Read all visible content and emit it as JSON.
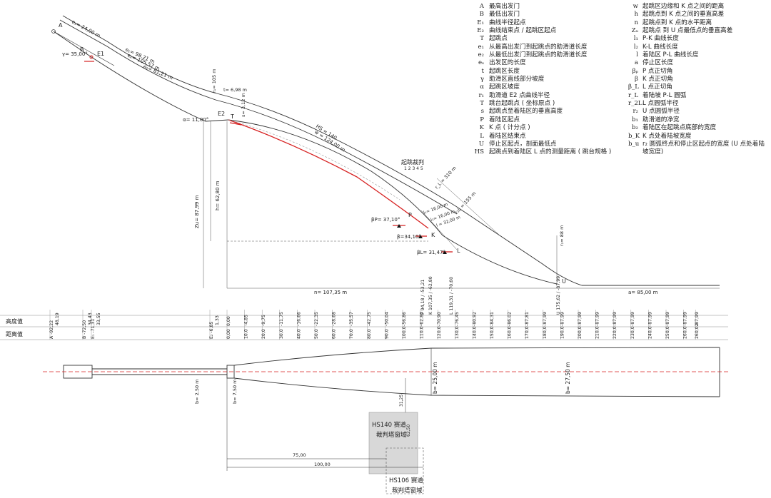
{
  "legend_left": [
    {
      "sym": "A",
      "desc": "最高出发门"
    },
    {
      "sym": "B",
      "desc": "最低出发门"
    },
    {
      "sym": "E₁",
      "desc": "曲线半径起点"
    },
    {
      "sym": "E₂",
      "desc": "曲线结束点 / 起跳区起点"
    },
    {
      "sym": "T",
      "desc": "起跳点"
    },
    {
      "sym": "e₁",
      "desc": "从最高出发门到起跳点的助滑道长度"
    },
    {
      "sym": "e₂",
      "desc": "从最低出发门到起跳点的助滑道长度"
    },
    {
      "sym": "eₛ",
      "desc": "出发区的长度"
    },
    {
      "sym": "t",
      "desc": "起跳区长度"
    },
    {
      "sym": "γ",
      "desc": "助滑区直线部分坡度"
    },
    {
      "sym": "α",
      "desc": "起跳区坡度"
    },
    {
      "sym": "r₁",
      "desc": "助滑道 E2 点曲线半径"
    },
    {
      "sym": "T",
      "desc": "跳台起跳点 ( 坐标原点 )"
    },
    {
      "sym": "s",
      "desc": "起跳点至着陆区的垂直高度"
    },
    {
      "sym": "P",
      "desc": "着陆区起点"
    },
    {
      "sym": "K",
      "desc": "K 点 ( 计分点 )"
    },
    {
      "sym": "L",
      "desc": "着陆区结束点"
    },
    {
      "sym": "U",
      "desc": "停止区起点，剖面最低点"
    },
    {
      "sym": "HS",
      "desc": "起跳点到着陆区 L 点的测量距离 ( 跳台规格 )"
    }
  ],
  "legend_right": [
    {
      "sym": "w",
      "desc": "起跳区边缘和 K 点之间的距离"
    },
    {
      "sym": "h",
      "desc": "起跳点到 K 点之间的垂直高差"
    },
    {
      "sym": "n",
      "desc": "起跳点到 K 点的水平距离"
    },
    {
      "sym": "Zᵤ",
      "desc": "起跳点 到 U 点最低点的垂直高差"
    },
    {
      "sym": "l₁",
      "desc": "P-K 曲线长度"
    },
    {
      "sym": "l₂",
      "desc": "K-L 曲线长度"
    },
    {
      "sym": "l",
      "desc": "着陆区 P-L 曲线长度"
    },
    {
      "sym": "a",
      "desc": "停止区长度"
    },
    {
      "sym": "βₚ",
      "desc": "P 点正切角"
    },
    {
      "sym": "β",
      "desc": "K 点正切角"
    },
    {
      "sym": "β_L",
      "desc": "L 点正切角"
    },
    {
      "sym": "r_L",
      "desc": "着陆坡 P-L 圆弧"
    },
    {
      "sym": "r_2L",
      "desc": "L 点圆弧半径"
    },
    {
      "sym": "r₂",
      "desc": "U 点圆弧半径"
    },
    {
      "sym": "b₁",
      "desc": "助滑道的净宽"
    },
    {
      "sym": "b₂",
      "desc": "着陆区在起跳点底部的宽度"
    },
    {
      "sym": "b_K",
      "desc": "K 点处着陆坡宽度"
    },
    {
      "sym": "b_u",
      "desc": "r₂ 圆弧终点和停止区起点的宽度 (U 点处着陆坡宽度)"
    }
  ],
  "profile": {
    "point_A": "A",
    "point_B": "B",
    "point_E1": "E1",
    "point_E2": "E2",
    "point_T": "T",
    "point_P": "P",
    "point_K": "K",
    "point_L": "L",
    "point_U": "U",
    "es": "eₛ= 24,00 m",
    "e1": "e₁= 98,21 m",
    "e1b": "e₂= 105,57 m",
    "e2": "e₂= 81,21 m",
    "gamma": "γ= 35,00°",
    "r1": "r₁= 105 m",
    "t": "t= 6,98 m",
    "alpha": "α= 11,00°",
    "s": "s= 3,12 m",
    "h": "h= 62,80 m",
    "zu": "Zu= 87,99 m",
    "hs": "HS = 140",
    "w": "w = 124,00 m",
    "judges": "起跳裁判",
    "judge_nums": "1 2 3 4 5",
    "rl": "r_L = 310 m",
    "l1": "l₁= 16,00 m",
    "l2": "l₂= 16,00 m",
    "l": "l = 32,00 m",
    "r2l": "r₂L = 155 m",
    "beta_p": "βP= 37,10°",
    "beta": "β=34,10°",
    "beta_l": "βL= 31,47°",
    "r2": "r₂= 88 m",
    "n": "n= 107,35 m",
    "a": "a= 85,00 m"
  },
  "table": {
    "height_label": "高度值",
    "dist_label": "距离值",
    "special": [
      {
        "h": "A -92,22",
        "d": "48,19"
      },
      {
        "h": "B -72,50",
        "d": "34,43"
      },
      {
        "h": "E₁ -71,31",
        "d": "33,55"
      },
      {
        "h": "E₂ -6,85",
        "d": "1,33"
      }
    ],
    "heights": [
      "0,00",
      "-4,85",
      "-9,75",
      "-11,75",
      "-16,66",
      "-22,35",
      "-28,68",
      "-35,57",
      "-42,75",
      "-50,04",
      "-56,86",
      "-62,80",
      "-70,90",
      "-76,45",
      "-80,92",
      "-84,31",
      "-86,02",
      "-87,81",
      "-87,99",
      "-87,99",
      "-87,99",
      "-87,99",
      "-87,99",
      "-87,99",
      "-87,99",
      "-87,99",
      "-87,99",
      "-87,99"
    ],
    "distances": [
      "0,00",
      "10,0",
      "20,0",
      "30,0",
      "40,0",
      "50,0",
      "60,0",
      "70,0",
      "80,0",
      "90,0",
      "100,0",
      "110,0",
      "120,0",
      "130,0",
      "140,0",
      "150,0",
      "160,0",
      "170,0",
      "180,0",
      "190,0",
      "200,0",
      "210,0",
      "220,0",
      "230,0",
      "240,0",
      "250,0",
      "260,0",
      "260,02"
    ],
    "k_mark": "K 107,35 / -62,80",
    "p_mark": "P 94,18 / -53,21",
    "l_mark": "L 119,31 / -70,60",
    "u_mark": "U 175,62 / -87,99"
  },
  "plan": {
    "b1": "b= 2,50 m",
    "b2": "b= 7,50 m",
    "bk": "b= 25,00 m",
    "bu": "b= 27,50 m",
    "d1": "31,25",
    "d2": "62,50",
    "box140": "HS140 赛道 裁判塔窗域",
    "box106": "HS106 赛道 裁判塔窗域",
    "dim75": "75,00",
    "dim100": "100,00"
  },
  "colors": {
    "line": "#333333",
    "red": "#d62020",
    "grey_box": "#d8d8d8"
  }
}
